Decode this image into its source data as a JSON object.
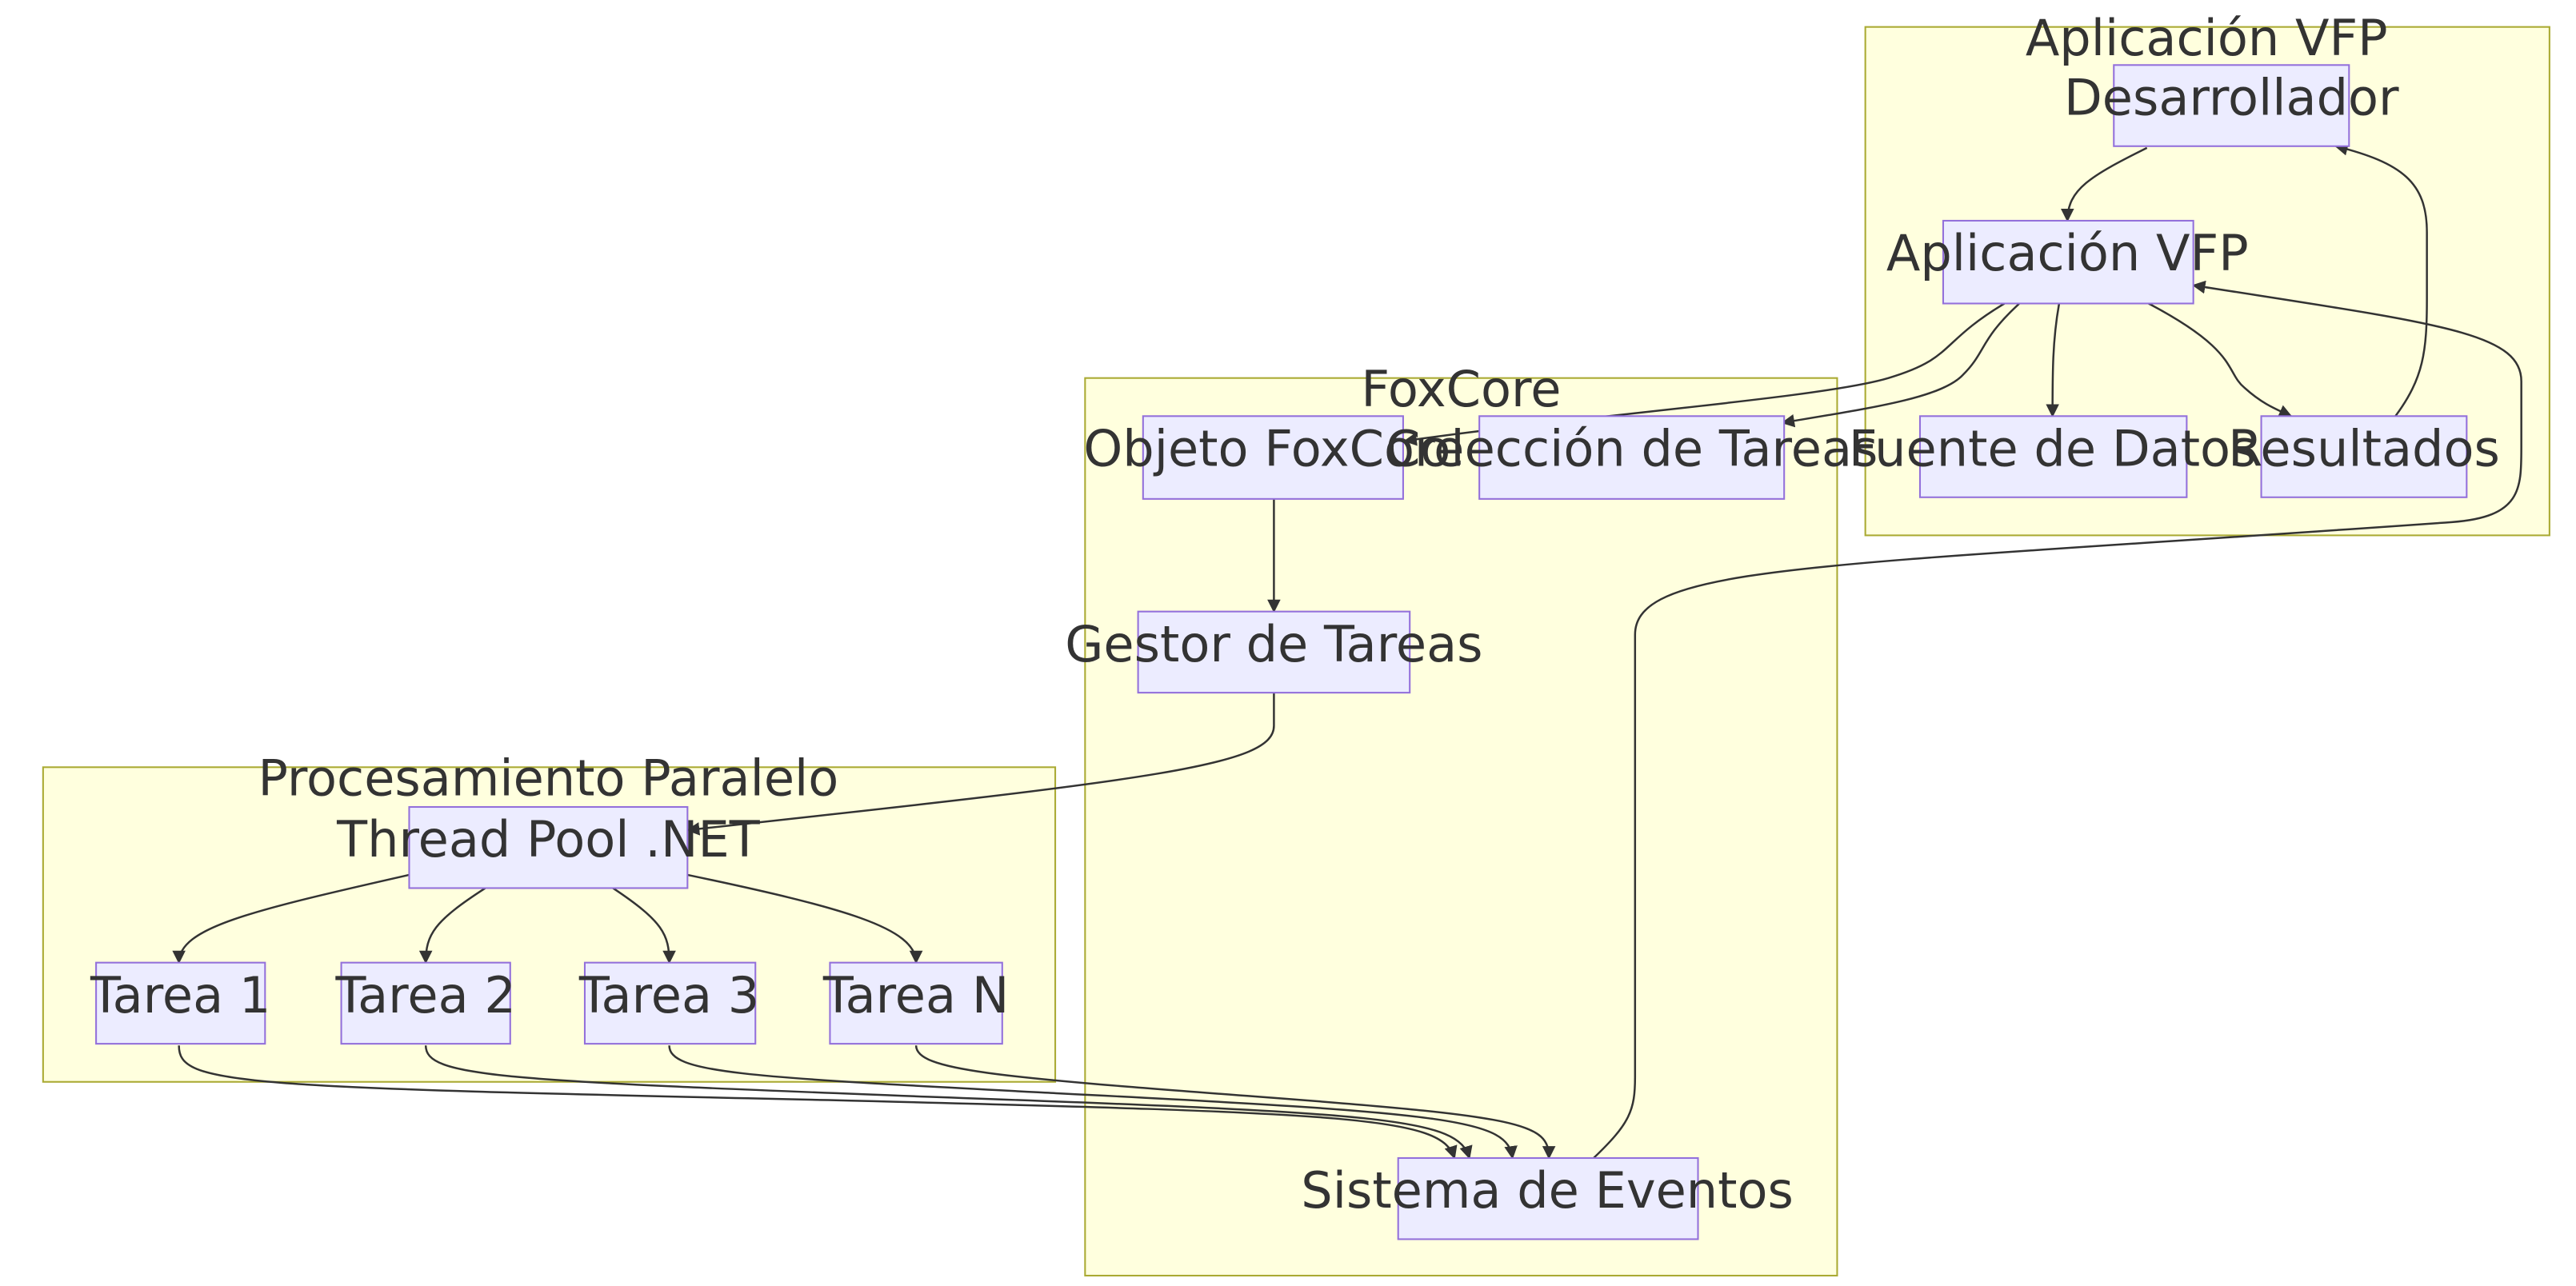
{
  "colors": {
    "cluster_fill": "#ffffde",
    "cluster_stroke": "#aaaa33",
    "node_fill": "#ececff",
    "node_stroke": "#9370db",
    "edge": "#333333",
    "text": "#333333"
  },
  "clusters": {
    "vfp": {
      "label": "Aplicación VFP"
    },
    "foxcore": {
      "label": "FoxCore"
    },
    "parallel": {
      "label": "Procesamiento Paralelo"
    }
  },
  "nodes": {
    "desarrollador": "Desarrollador",
    "app_vfp": "Aplicación VFP",
    "fuente_datos": "Fuente de Datos",
    "resultados": "Resultados",
    "objeto_foxcore": "Objeto FoxCore",
    "coleccion_tareas": "Colección de Tareas",
    "gestor_tareas": "Gestor de Tareas",
    "sistema_eventos": "Sistema de Eventos",
    "thread_pool": "Thread Pool .NET",
    "tarea_1": "Tarea 1",
    "tarea_2": "Tarea 2",
    "tarea_3": "Tarea 3",
    "tarea_n": "Tarea N"
  },
  "edges": [
    {
      "from": "desarrollador",
      "to": "app_vfp"
    },
    {
      "from": "app_vfp",
      "to": "objeto_foxcore"
    },
    {
      "from": "app_vfp",
      "to": "coleccion_tareas"
    },
    {
      "from": "app_vfp",
      "to": "fuente_datos"
    },
    {
      "from": "app_vfp",
      "to": "resultados"
    },
    {
      "from": "resultados",
      "to": "desarrollador"
    },
    {
      "from": "objeto_foxcore",
      "to": "gestor_tareas"
    },
    {
      "from": "gestor_tareas",
      "to": "thread_pool"
    },
    {
      "from": "thread_pool",
      "to": "tarea_1"
    },
    {
      "from": "thread_pool",
      "to": "tarea_2"
    },
    {
      "from": "thread_pool",
      "to": "tarea_3"
    },
    {
      "from": "thread_pool",
      "to": "tarea_n"
    },
    {
      "from": "tarea_1",
      "to": "sistema_eventos"
    },
    {
      "from": "tarea_2",
      "to": "sistema_eventos"
    },
    {
      "from": "tarea_3",
      "to": "sistema_eventos"
    },
    {
      "from": "tarea_n",
      "to": "sistema_eventos"
    },
    {
      "from": "sistema_eventos",
      "to": "app_vfp"
    }
  ]
}
